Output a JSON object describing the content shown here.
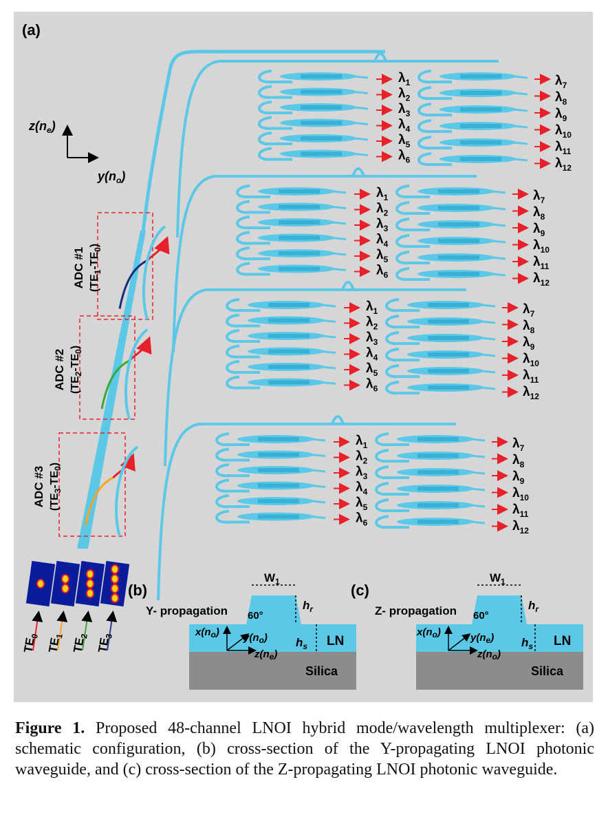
{
  "figure": {
    "panel_a_label": "(a)",
    "panel_b_label": "(b)",
    "panel_c_label": "(c)",
    "axes": {
      "z": "z(n",
      "z_sub": "e",
      "y": "y(n",
      "y_sub": "o",
      "close": ")"
    },
    "adc": [
      {
        "title": "ADC #1",
        "modes": "(TE",
        "m1": "1",
        "m2": "0",
        "dash": "-TE",
        "close": ")"
      },
      {
        "title": "ADC #2",
        "modes": "(TE",
        "m1": "2",
        "m2": "0",
        "dash": "-TE",
        "close": ")"
      },
      {
        "title": "ADC #3",
        "modes": "(TE",
        "m1": "3",
        "m2": "0",
        "dash": "-TE",
        "close": ")"
      }
    ],
    "lambda_symbol": "λ",
    "channels_left": [
      "1",
      "2",
      "3",
      "4",
      "5",
      "6"
    ],
    "channels_right": [
      "7",
      "8",
      "9",
      "10",
      "11",
      "12"
    ],
    "input_modes": [
      {
        "base": "TE",
        "sub": "0",
        "color": "#e8202a"
      },
      {
        "base": "TE",
        "sub": "1",
        "color": "#f5a623"
      },
      {
        "base": "TE",
        "sub": "2",
        "color": "#3aa935"
      },
      {
        "base": "TE",
        "sub": "3",
        "color": "#2a3a8f"
      }
    ],
    "cross_b": {
      "propagation": "Y- propagation",
      "w": "W",
      "w_sub": "1",
      "angle": "60°",
      "hr": "h",
      "hr_sub": "r",
      "hs": "h",
      "hs_sub": "s",
      "ln": "LN",
      "silica": "Silica",
      "x_axis": "x(n",
      "x_sub": "o",
      "y_axis": "y(n",
      "y_sub": "o",
      "z_axis": "z(n",
      "z_sub": "e",
      "close": ")"
    },
    "cross_c": {
      "propagation": "Z- propagation",
      "w": "W",
      "w_sub": "1",
      "angle": "60°",
      "hr": "h",
      "hr_sub": "r",
      "hs": "h",
      "hs_sub": "s",
      "ln": "LN",
      "silica": "Silica",
      "x_axis": "x(n",
      "x_sub": "o",
      "y_axis": "y(n",
      "y_sub": "e",
      "z_axis": "z(n",
      "z_sub": "o",
      "close": ")"
    },
    "colors": {
      "waveguide": "#5bc8e8",
      "waveguide_dark": "#2aa6cf",
      "arrow": "#e8202a",
      "box": "#e8202a",
      "silica": "#8c8c8c",
      "panel": "#d6d6d6"
    }
  },
  "caption": {
    "label": "Figure 1.",
    "text": " Proposed 48-channel LNOI hybrid mode/wavelength multiplexer: (a) schematic configuration, (b) cross-section of the Y-propagating LNOI photonic waveguide, and (c) cross-section of the Z-propagating LNOI photonic waveguide."
  }
}
